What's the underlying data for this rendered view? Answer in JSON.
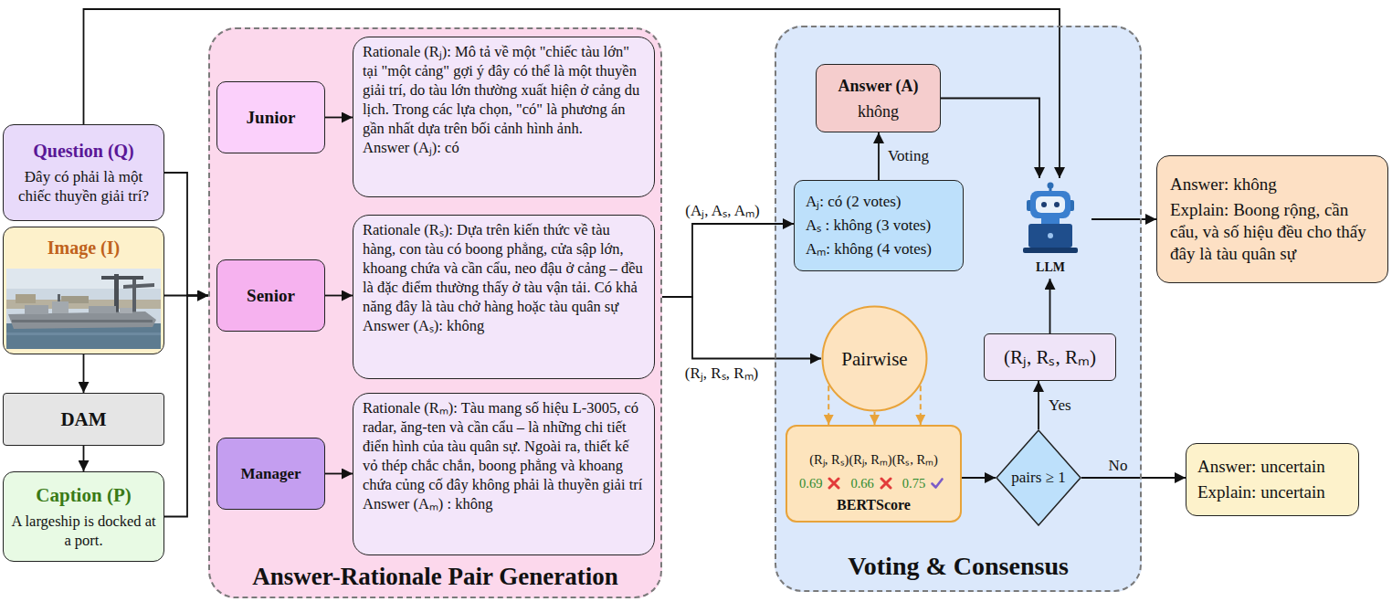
{
  "diagram": {
    "nodes": [
      {
        "text": [
          "Question (Q)",
          "Đây có phải là một chiếc thuyền giải trí?"
        ]
      },
      {
        "text": [
          "Image (I)"
        ]
      },
      {
        "text": [
          "DAM"
        ]
      },
      {
        "text": [
          "Caption (P)",
          "A largeship is docked at a port."
        ]
      },
      {
        "text": [
          "Answer-Rationale Pair Generation"
        ]
      },
      {
        "text": [
          "Junior"
        ],
        "in": 4
      },
      {
        "text": [
          "Rationale (Rⱼ): Mô tả về một \"chiếc tàu lớn\" tại \"một cảng\" gợi ý đây có thể là một thuyền giải trí, do tàu lớn thường xuất hiện ở cảng du lịch. Trong các lựa chọn, \"có\" là phương án gần nhất dựa trên bối cảnh hình ảnh.",
          "Answer (Aⱼ): có"
        ],
        "in": 4
      },
      {
        "text": [
          "Senior"
        ],
        "in": 4
      },
      {
        "text": [
          "Rationale (Rₛ): Dựa trên kiến thức về tàu hàng, con tàu có boong phẳng, cửa sập lớn, khoang chứa và cần cẩu, neo đậu ở cảng – đều là đặc điểm thường thấy ở tàu vận tải. Có khả năng đây là tàu chở hàng hoặc tàu quân sự",
          "Answer (Aₛ): không"
        ],
        "in": 4
      },
      {
        "text": [
          "Manager"
        ],
        "in": 4
      },
      {
        "text": [
          "Rationale (Rₘ): Tàu mang số hiệu L-3005, có radar, ăng-ten và cần cẩu – là những chi tiết điển hình của tàu quân sự. Ngoài ra, thiết kế vỏ thép chắc chắn, boong phẳng và khoang chứa củng cố đây không phải là thuyền giải trí",
          "Answer (Aₘ) : không"
        ],
        "in": 4
      },
      {
        "text": [
          "Voting & Consensus"
        ]
      },
      {
        "text": [
          "Answer (A)",
          "không"
        ],
        "in": 11
      },
      {
        "text": [
          "LLM"
        ],
        "in": 11
      },
      {
        "text": [
          "Aⱼ: có (2 votes)",
          "Aₛ : không (3 votes)",
          "Aₘ: không (4 votes)"
        ],
        "in": 11
      },
      {
        "text": [
          "Pairwise"
        ],
        "in": 11
      },
      {
        "text": [
          "(Rⱼ, Rₛ, Rₘ)"
        ],
        "in": 11
      },
      {
        "text": [
          "(Rⱼ, Rₛ)(Rⱼ, Rₘ)(Rₛ, Rₘ)",
          "0.69",
          "0.66",
          "0.75",
          "BERTScore"
        ],
        "in": 11
      },
      {
        "text": [
          "pairs ≥ 1"
        ],
        "in": 11
      },
      {
        "text": [
          "Answer: không",
          "Explain: Boong rộng, cần cẩu, và số hiệu đều cho thấy đây là tàu quân sự"
        ]
      },
      {
        "text": [
          "Answer: uncertain",
          "Explain: uncertain"
        ]
      }
    ],
    "edges": [
      {
        "from": 0,
        "to": 4,
        "arrow": "to"
      },
      {
        "from": 1,
        "to": 4,
        "arrow": "to"
      },
      {
        "from": 3,
        "to": 4,
        "arrow": "to"
      },
      {
        "from": 0,
        "to": 13,
        "arrow": "to"
      },
      {
        "from": 1,
        "to": 2,
        "arrow": "to"
      },
      {
        "from": 2,
        "to": 3,
        "arrow": "to"
      },
      {
        "from": 5,
        "to": 6,
        "arrow": "to"
      },
      {
        "from": 7,
        "to": 8,
        "arrow": "to"
      },
      {
        "from": 9,
        "to": 10,
        "arrow": "to"
      },
      {
        "from": 4,
        "to": 14,
        "label": "(Aⱼ, Aₛ, Aₘ)",
        "arrow": "to"
      },
      {
        "from": 4,
        "to": 15,
        "label": "(Rⱼ, Rₛ, Rₘ)",
        "arrow": "to"
      },
      {
        "from": 14,
        "to": 12,
        "label": "Voting",
        "arrow": "to"
      },
      {
        "from": 12,
        "to": 13,
        "arrow": "to"
      },
      {
        "from": 15,
        "to": 17,
        "arrow": "to"
      },
      {
        "from": 17,
        "to": 18,
        "arrow": "to"
      },
      {
        "from": 18,
        "to": 16,
        "label": "Yes",
        "arrow": "to"
      },
      {
        "from": 16,
        "to": 13,
        "arrow": "to"
      },
      {
        "from": 18,
        "to": 20,
        "label": "No",
        "arrow": "to"
      },
      {
        "from": 13,
        "to": 19,
        "arrow": "to"
      }
    ]
  }
}
